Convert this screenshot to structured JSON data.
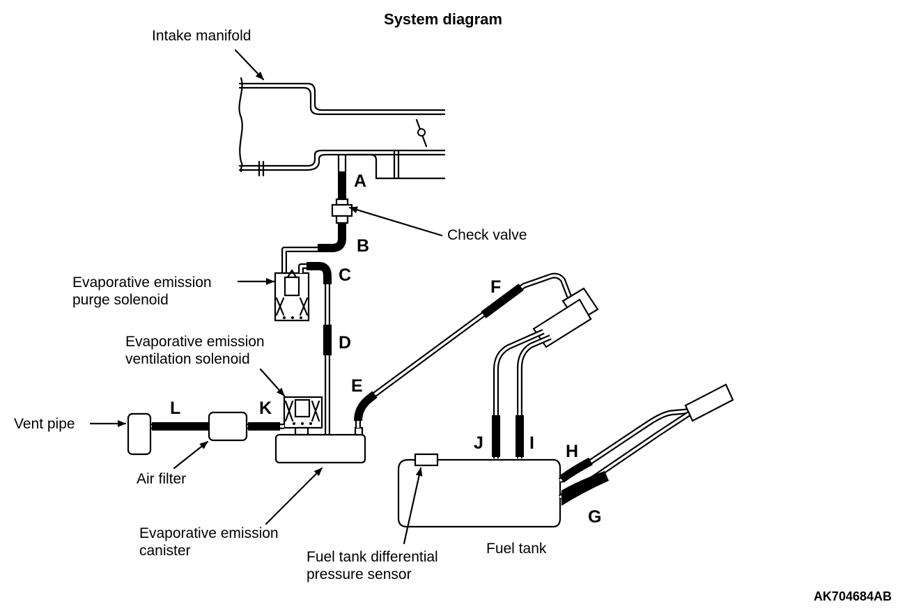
{
  "title": "System diagram",
  "image_code": "AK704684AB",
  "labels": {
    "intake_manifold": "Intake manifold",
    "check_valve": "Check valve",
    "purge_solenoid_1": "Evaporative emission",
    "purge_solenoid_2": "purge solenoid",
    "vent_solenoid_1": "Evaporative emission",
    "vent_solenoid_2": "ventilation solenoid",
    "vent_pipe": "Vent pipe",
    "air_filter": "Air filter",
    "canister_1": "Evaporative emission",
    "canister_2": "canister",
    "pressure_sensor_1": "Fuel tank differential",
    "pressure_sensor_2": "pressure sensor",
    "fuel_tank": "Fuel tank"
  },
  "hose_letters": {
    "a": "A",
    "b": "B",
    "c": "C",
    "d": "D",
    "e": "E",
    "f": "F",
    "g": "G",
    "h": "H",
    "i": "I",
    "j": "J",
    "k": "K",
    "l": "L"
  }
}
